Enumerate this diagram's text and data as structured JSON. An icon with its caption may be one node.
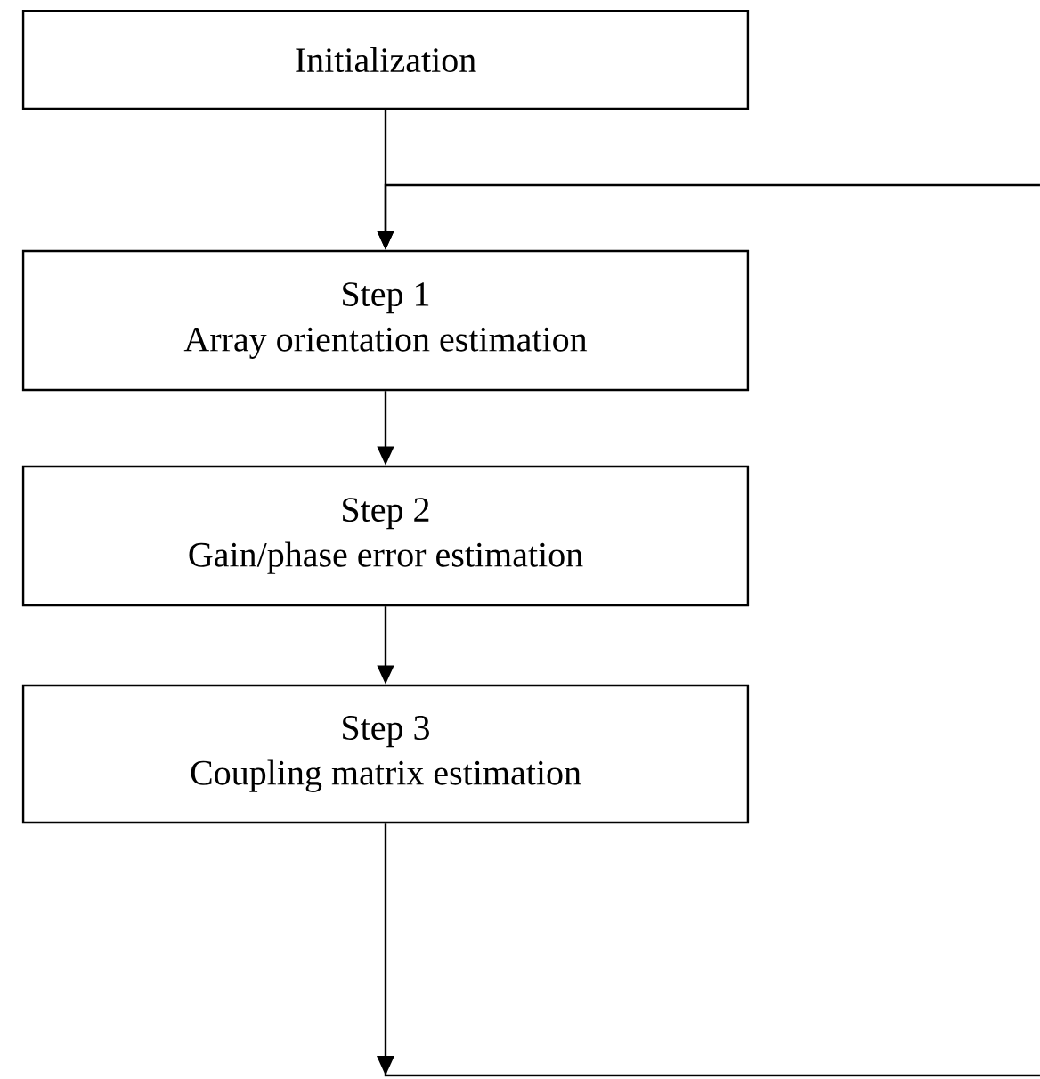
{
  "diagram": {
    "nodes": [
      {
        "text": [
          "Initialization"
        ]
      },
      {
        "text": [
          "Step 1",
          "Array orientation estimation"
        ]
      },
      {
        "text": [
          "Step 2",
          "Gain/phase error estimation"
        ]
      },
      {
        "text": [
          "Step 3",
          "Coupling matrix estimation"
        ]
      }
    ],
    "edges": [
      {
        "from": 0,
        "to": 1,
        "arrow": "to"
      },
      {
        "from": 1,
        "to": 2,
        "arrow": "to"
      },
      {
        "from": 2,
        "to": 3,
        "arrow": "to"
      },
      {
        "from": 3,
        "to": 1,
        "arrow": "to"
      }
    ]
  }
}
